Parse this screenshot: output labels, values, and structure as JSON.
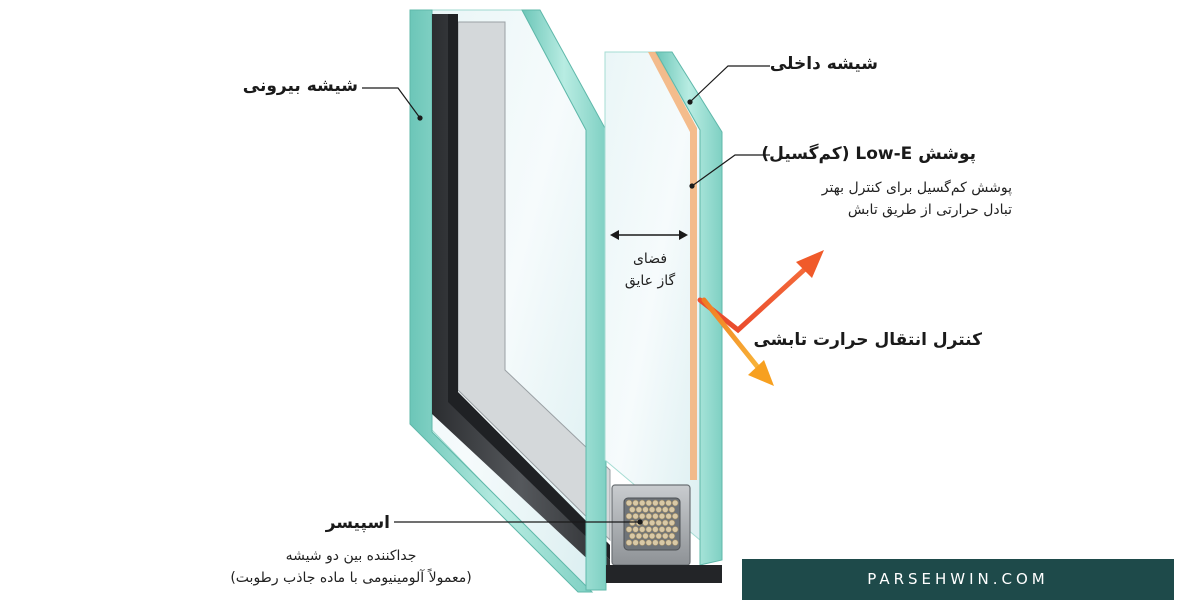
{
  "labels": {
    "outer_glass": "شیشه بیرونی",
    "inner_glass": "شیشه داخلی",
    "lowe_title": "پوشش Low-E (کم‌گسیل)",
    "lowe_desc_1": "پوشش کم‌گسیل برای کنترل بهتر",
    "lowe_desc_2": "تبادل حرارتی از طریق تابش",
    "gap_line_1": "فضای",
    "gap_line_2": "گاز عایق",
    "radiant_control": "کنترل انتقال حرارت تابشی",
    "spacer_title": "اسپیسر",
    "spacer_desc_1": "جداکننده بین دو شیشه",
    "spacer_desc_2": "(معمولاً آلومینیومی با ماده جاذب رطوبت)"
  },
  "footer": {
    "site": "PARSEHWIN.COM"
  },
  "colors": {
    "glass_edge": "#8fd6c9",
    "frame_dark": "#3a3d40",
    "coating": "#f0a46a",
    "arrow_red": "#f05a2a",
    "arrow_orange": "#f7a020",
    "footer_bg": "#1e4a4a"
  }
}
